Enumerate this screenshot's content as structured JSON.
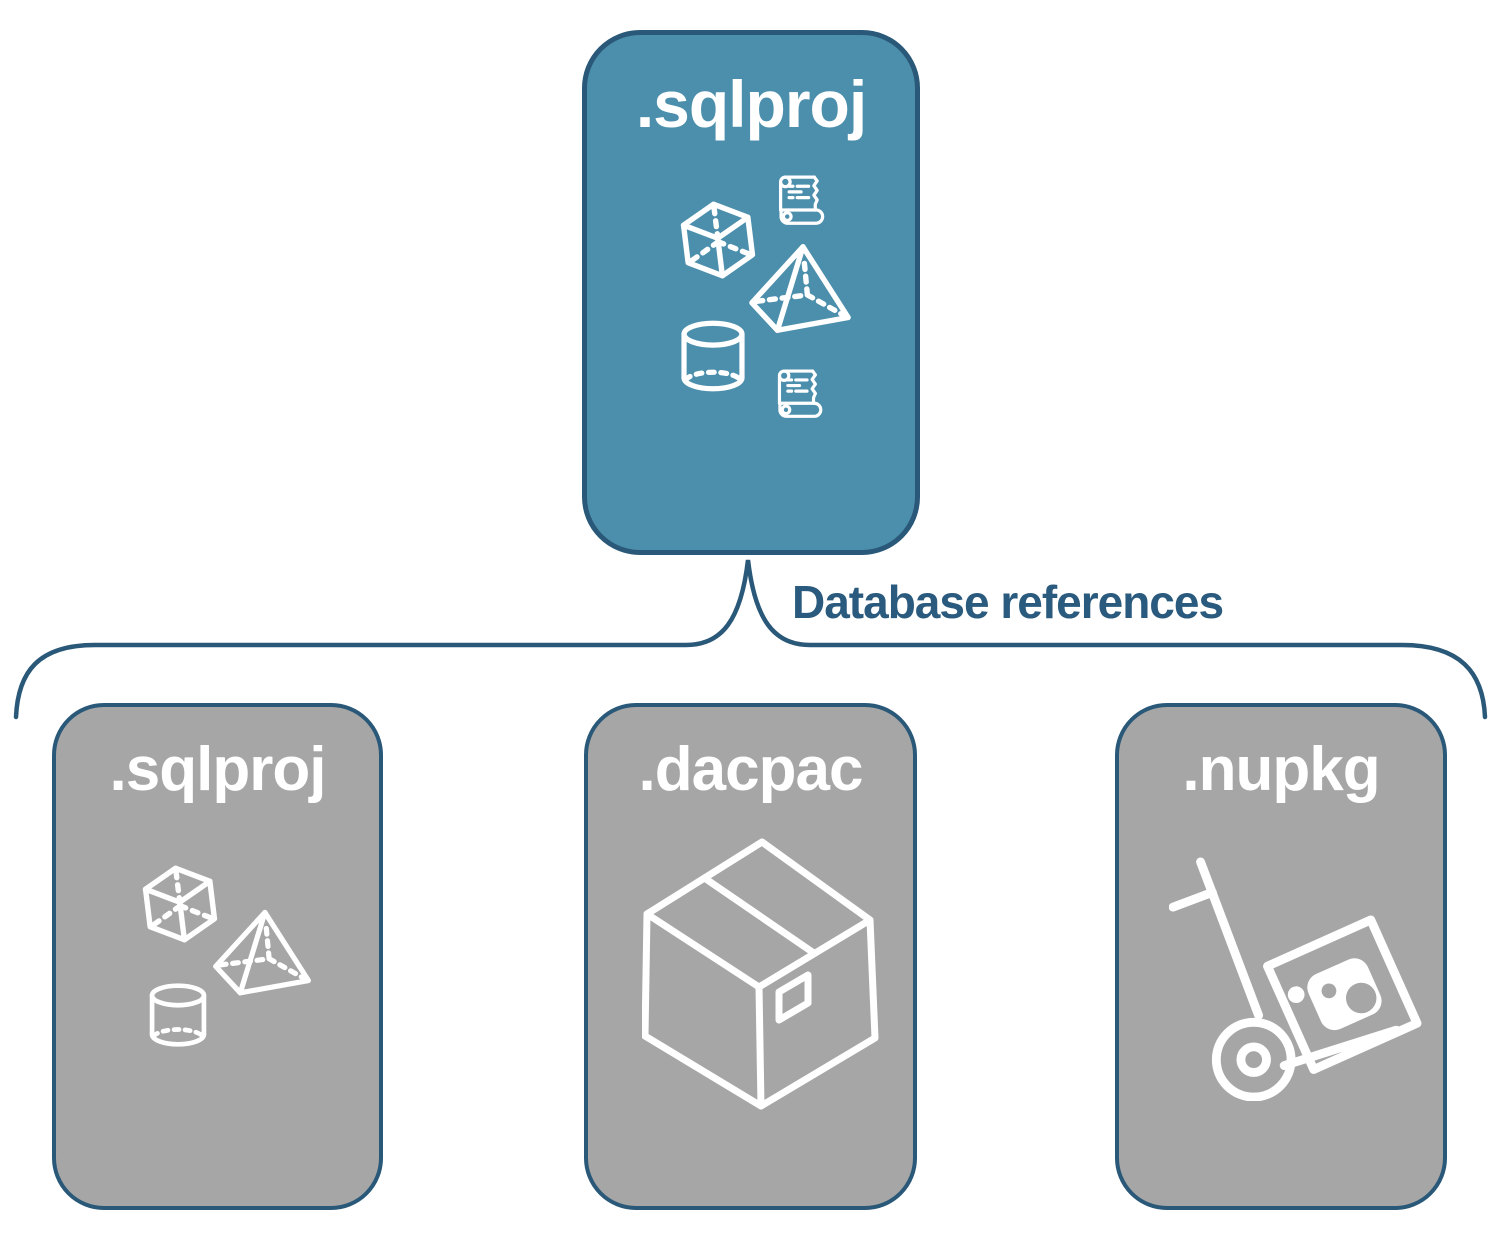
{
  "diagram": {
    "root": {
      "label": ".sqlproj",
      "fill": "#4C8FAC",
      "icons": [
        "cube-icon",
        "sql-script-scroll-icon",
        "pyramid-icon",
        "database-cylinder-icon",
        "sql-script-scroll-icon"
      ]
    },
    "connector": {
      "label": "Database references",
      "line_color": "#2A5878",
      "text_color": "#2A5A7D"
    },
    "children": [
      {
        "label": ".sqlproj",
        "fill": "#A6A6A6",
        "icons": [
          "cube-icon",
          "pyramid-icon",
          "database-cylinder-icon"
        ]
      },
      {
        "label": ".dacpac",
        "fill": "#A6A6A6",
        "icons": [
          "package-box-icon"
        ]
      },
      {
        "label": ".nupkg",
        "fill": "#A6A6A6",
        "icons": [
          "hand-truck-icon"
        ]
      }
    ],
    "colors": {
      "outline": "#2A5878",
      "icon_stroke": "#FFFFFF",
      "background": "#FFFFFF"
    }
  }
}
